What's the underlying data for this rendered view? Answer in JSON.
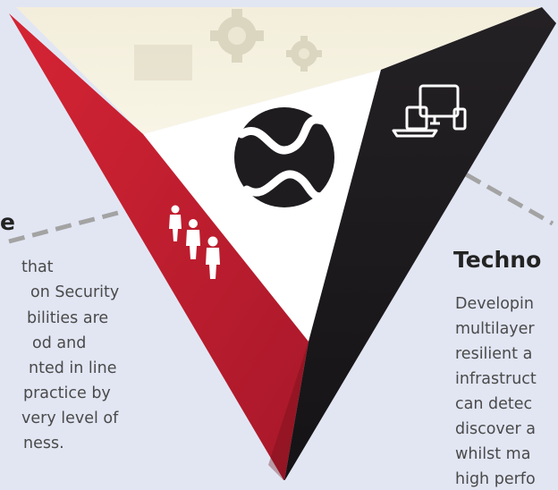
{
  "people": {
    "heading": "e",
    "lines": [
      "that",
      "on Security",
      "bilities are",
      "od and",
      "nted in line",
      " practice by",
      "very level of",
      "ness."
    ]
  },
  "technology": {
    "heading": "Techno",
    "lines": [
      "Developin",
      "multilayer",
      "resilient a",
      "infrastruct",
      "can detec",
      "discover a",
      "whilst ma",
      "high perfo"
    ]
  },
  "colors": {
    "background": "#e2e6f3",
    "process_face": "#f5f1dd",
    "people_face": "#c8202f",
    "technology_face": "#1d1b1d",
    "connector": "#a3a3a3"
  },
  "icons": {
    "process": "gears-icon",
    "people": "people-icon",
    "technology": "devices-icon",
    "center": "interlock-logo-icon"
  }
}
